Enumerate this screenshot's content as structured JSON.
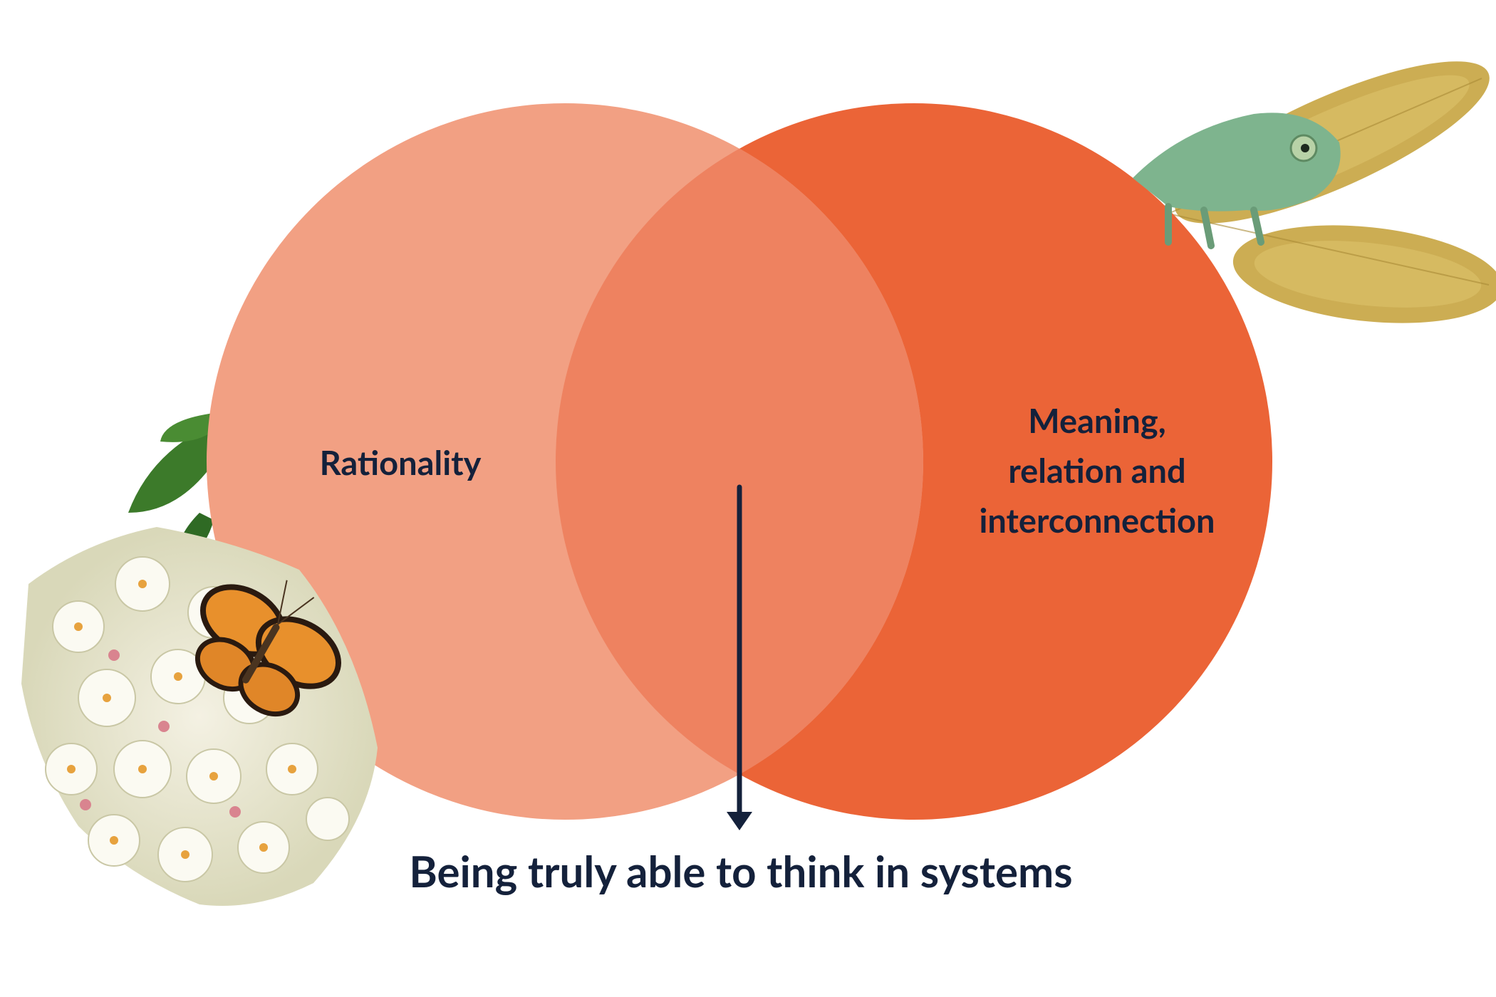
{
  "diagram": {
    "type": "venn",
    "sets": [
      {
        "label": "Rationality",
        "color": "#f2a083"
      },
      {
        "label": "Meaning,\nrelation and\ninterconnection",
        "color": "#eb6437"
      }
    ],
    "overlap_color": "#ee8260",
    "outcome": "Being truly able to think in systems",
    "arrow_color": "#14213b",
    "text_color": "#14213b"
  },
  "decorations": [
    {
      "name": "flower-cluster-illustration"
    },
    {
      "name": "butterfly-illustration"
    },
    {
      "name": "chameleon-illustration"
    },
    {
      "name": "dragonfly-wing-illustration"
    }
  ]
}
